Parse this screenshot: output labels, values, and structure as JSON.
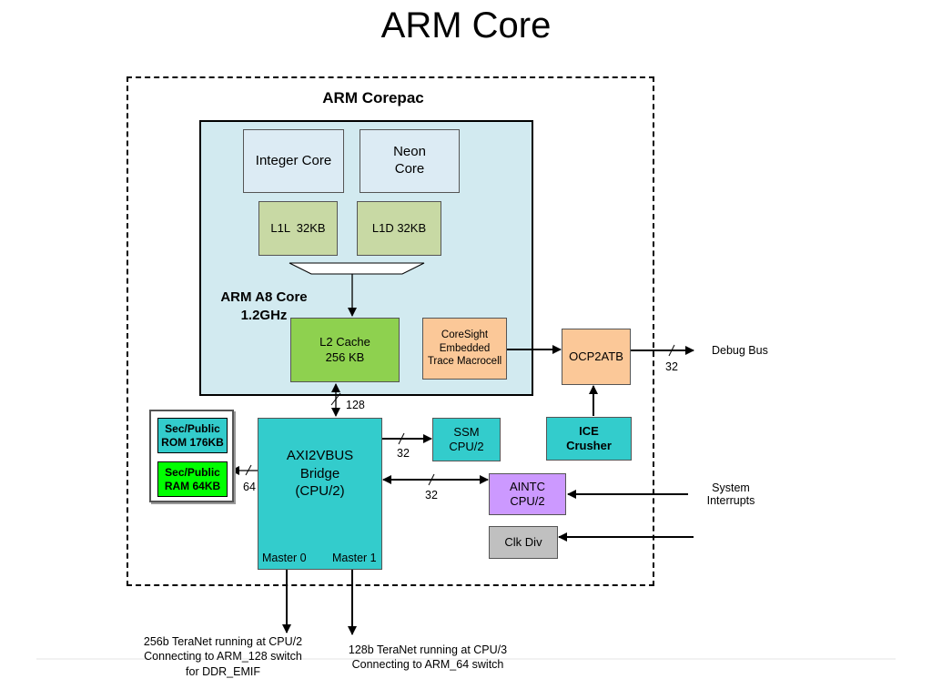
{
  "title": "ARM Core",
  "corepac_label": "ARM Corepac",
  "a8_core": {
    "label": "ARM A8 Core\n1.2GHz"
  },
  "blocks": {
    "integer_core": "Integer Core",
    "neon_core": "Neon\nCore",
    "l1l": "L1L  32KB",
    "l1d": "L1D 32KB",
    "l2": "L2 Cache\n256 KB",
    "coresight": "CoreSight\nEmbedded\nTrace Macrocell",
    "ocp2atb": "OCP2ATB",
    "ice": "ICE\nCrusher",
    "ssm": "SSM\nCPU/2",
    "aintc": "AINTC\nCPU/2",
    "clk_div": "Clk Div",
    "rom": "Sec/Public\nROM 176KB",
    "ram": "Sec/Public\nRAM 64KB",
    "axi": "AXI2VBUS\nBridge\n(CPU/2)",
    "master0": "Master 0",
    "master1": "Master 1"
  },
  "bus_widths": {
    "l2_axi": "128",
    "axi_ssm": "32",
    "axi_aintc": "32",
    "axi_mem": "64",
    "debug": "32"
  },
  "external": {
    "debug_bus": "Debug Bus",
    "system_interrupts": "System\nInterrupts",
    "master0_note": "256b TeraNet running at CPU/2\nConnecting to ARM_128 switch\nfor DDR_EMIF",
    "master1_note": "128b TeraNet running at CPU/3\nConnecting to ARM_64 switch"
  },
  "colors": {
    "a8_bg": "#d2eaf0",
    "core_box": "#dcebf4",
    "l1": "#c8d9a4",
    "l2": "#8ed14f",
    "coresight": "#fbc898",
    "teal": "#33cccc",
    "aintc": "#cc99ff",
    "clk": "#c0c0c0",
    "ram": "#00ff00"
  }
}
